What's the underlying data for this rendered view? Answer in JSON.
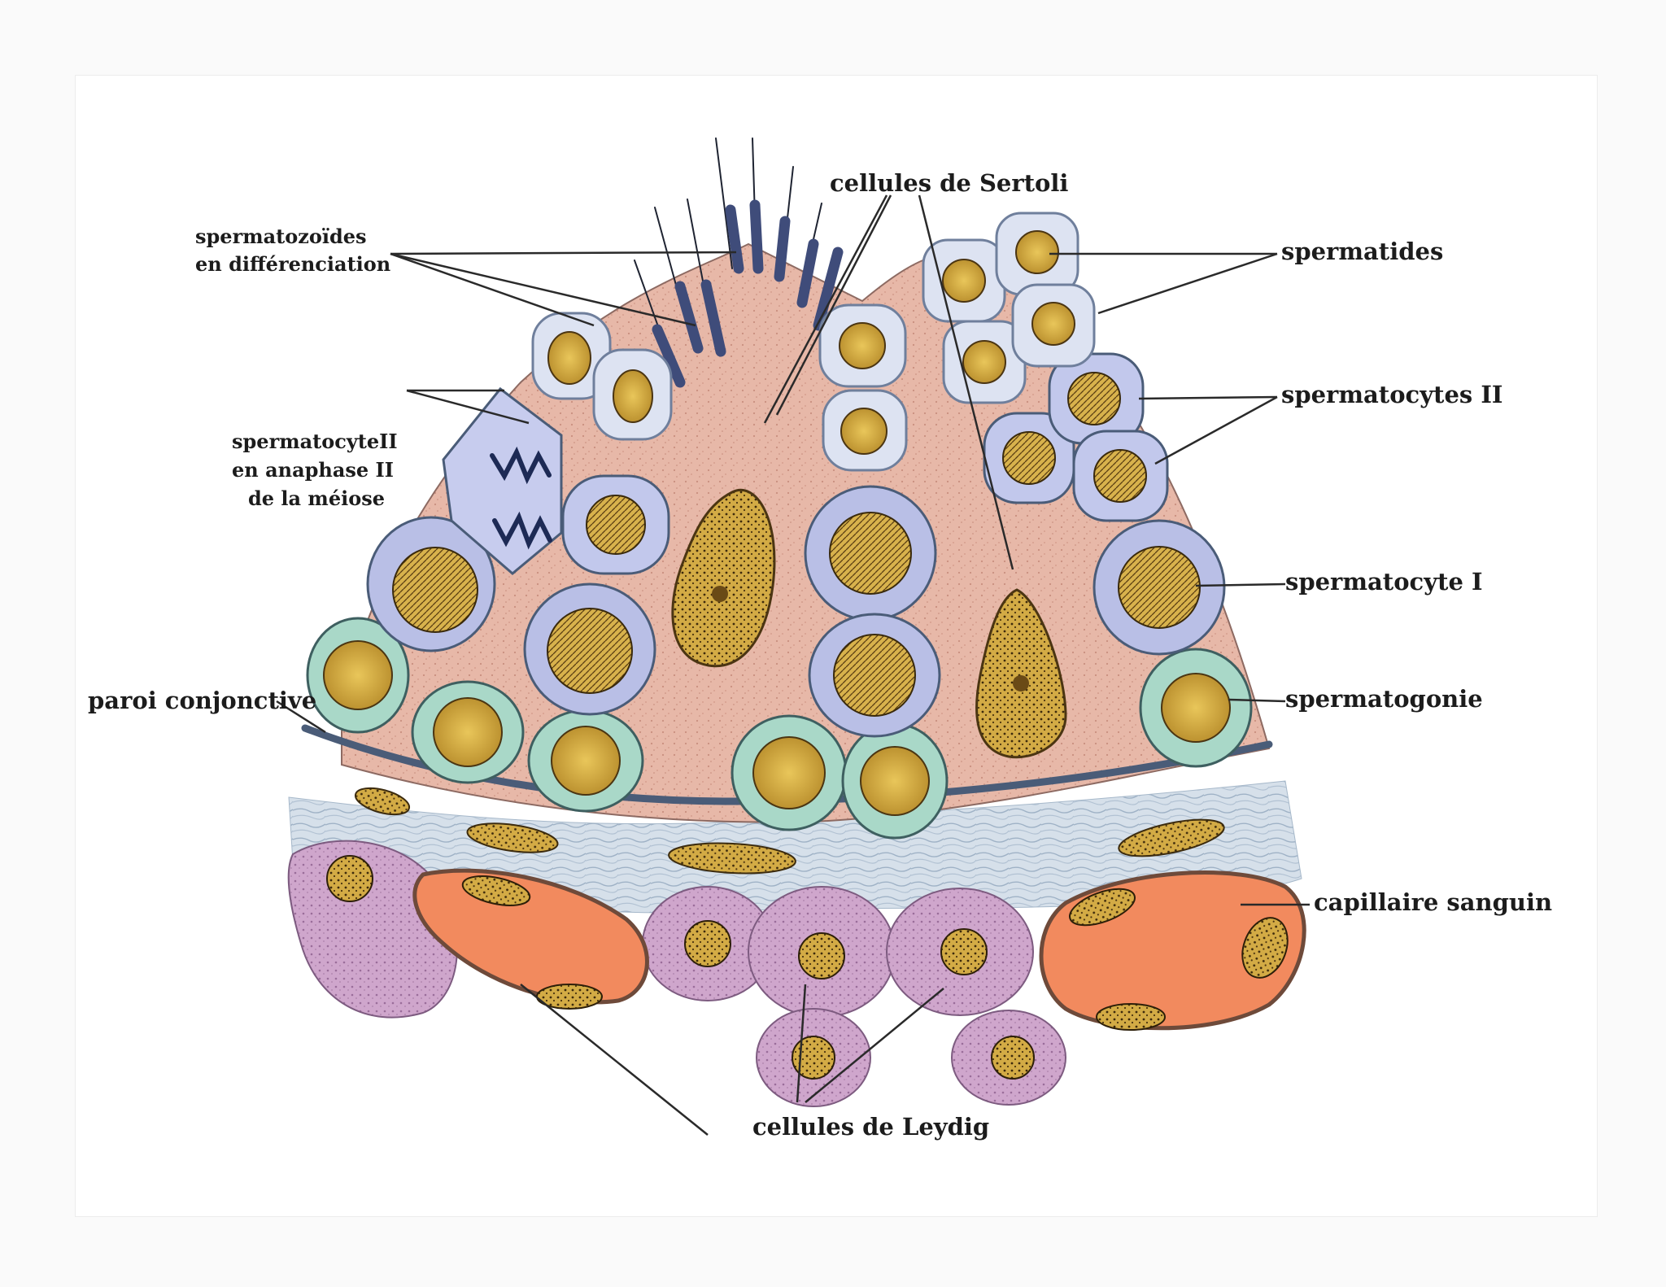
{
  "labels": {
    "sertoli": "cellules de Sertoli",
    "spermatozoides_1": "spermatozoïdes",
    "spermatozoides_2": "en différenciation",
    "spermatides": "spermatides",
    "spermatocyte2_anaphase_1": "spermatocyteII",
    "spermatocyte2_anaphase_2": "en anaphase II",
    "spermatocyte2_anaphase_3": "de la méiose",
    "spermatocytes2": "spermatocytes II",
    "spermatocyte1": "spermatocyte I",
    "spermatogonie": "spermatogonie",
    "paroi": "paroi conjonctive",
    "capillaire": "capillaire sanguin",
    "leydig": "cellules de Leydig"
  },
  "colors": {
    "sertoli_cytoplasm": "#e7b8a8",
    "nucleus": "#d9b34a",
    "spermatogonia": "#a9d8c8",
    "spermatocyte": "#b9bfe6",
    "spermatid": "#dde3f2",
    "capillary_blood": "#f28a5e",
    "leydig": "#c9a1c8",
    "connective": "#cdd8e2",
    "membrane": "#4a5c78"
  }
}
